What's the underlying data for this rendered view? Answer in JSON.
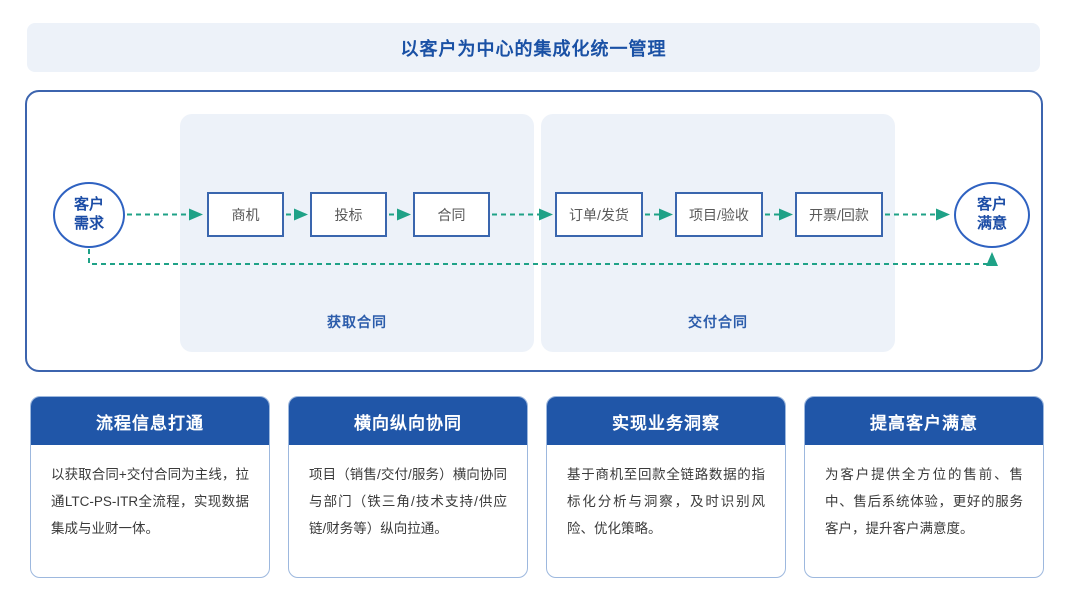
{
  "banner": {
    "title": "以客户为中心的集成化统一管理"
  },
  "flow": {
    "start_node": "客户需求",
    "end_node": "客户满意",
    "groups": [
      {
        "label": "获取合同",
        "steps": [
          "商机",
          "投标",
          "合同"
        ]
      },
      {
        "label": "交付合同",
        "steps": [
          "订单/发货",
          "项目/验收",
          "开票/回款"
        ]
      }
    ]
  },
  "cards": [
    {
      "title": "流程信息打通",
      "body": "以获取合同+交付合同为主线，拉通LTC-PS-ITR全流程，实现数据集成与业财一体。"
    },
    {
      "title": "横向纵向协同",
      "body": "项目（销售/交付/服务）横向协同与部门（铁三角/技术支持/供应链/财务等）纵向拉通。"
    },
    {
      "title": "实现业务洞察",
      "body": "基于商机至回款全链路数据的指标化分析与洞察，及时识别风险、优化策略。"
    },
    {
      "title": "提高客户满意",
      "body": "为客户提供全方位的售前、售中、售后系统体验，更好的服务客户，提升客户满意度。"
    }
  ],
  "colors": {
    "banner_bg": "#edf2f9",
    "title_text": "#1a51a5",
    "container_border": "#3c64ae",
    "panel_bg": "#edf2f9",
    "panel_label": "#2b5cab",
    "box_border": "#3a66ae",
    "box_text": "#595959",
    "circle_border": "#2f62c1",
    "circle_text": "#1c4da6",
    "arrow": "#1fa287",
    "card_header_bg": "#2056a8",
    "card_border": "#9db8de",
    "card_body_text": "#3a3a3a"
  }
}
